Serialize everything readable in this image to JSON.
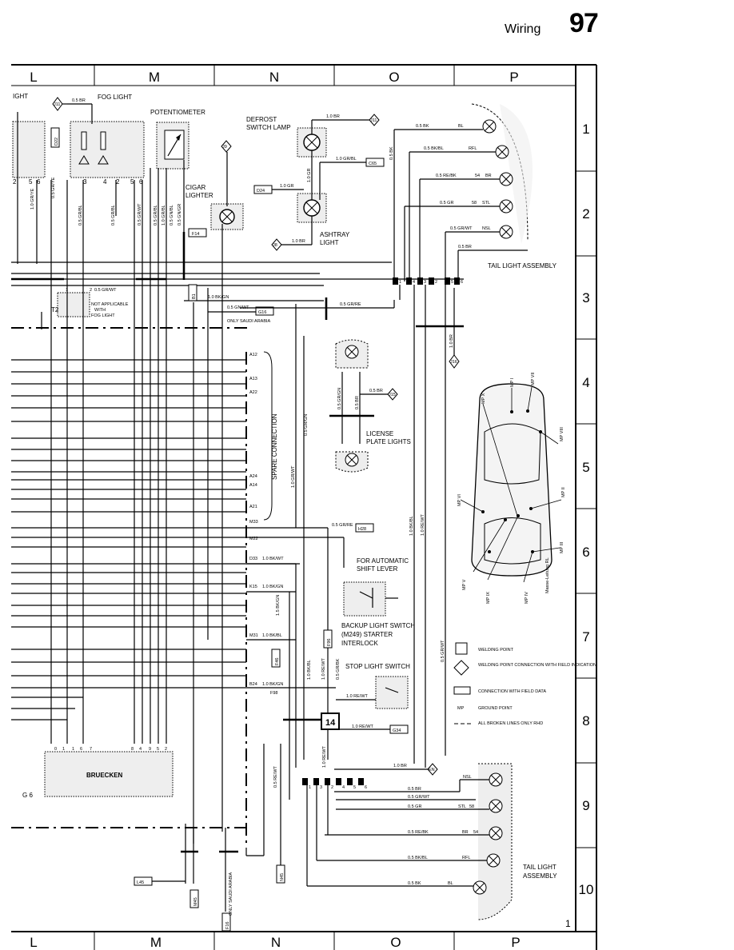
{
  "header": {
    "section": "Wiring",
    "page_number": "97"
  },
  "columns": [
    "L",
    "M",
    "N",
    "O",
    "P"
  ],
  "rows": [
    "1",
    "2",
    "3",
    "4",
    "5",
    "6",
    "7",
    "8",
    "9",
    "10"
  ],
  "page_index": "1",
  "components": {
    "fog_light_partial": "IGHT",
    "fog_light": "FOG LIGHT",
    "potentiometer": "POTENTIOMETER",
    "defrost_lamp": [
      "DEFROST",
      "SWITCH LAMP"
    ],
    "cigar_lighter": [
      "CIGAR",
      "LIGHTER"
    ],
    "ashtray_light": [
      "ASHTRAY",
      "LIGHT"
    ],
    "tail_light_top": "TAIL LIGHT ASSEMBLY",
    "tail_light_bottom": [
      "TAIL LIGHT",
      "ASSEMBLY"
    ],
    "not_applicable": [
      "NOT APPLICABLE",
      "WITH",
      "FOG LIGHT"
    ],
    "t2": "T2",
    "only_saudi": "ONLY SAUDI ARABIA",
    "license_plate": [
      "LICENSE",
      "PLATE LIGHTS"
    ],
    "spare_connection": "SPARE CONNECTION",
    "automatic_shift": [
      "FOR AUTOMATIC",
      "SHIFT LEVER"
    ],
    "backup_switch": [
      "BACKUP LIGHT SWITCH",
      "(M249) STARTER",
      "INTERLOCK"
    ],
    "stop_light_switch": "STOP LIGHT SWITCH",
    "bruecken": "BRUECKEN",
    "g6": "G 6"
  },
  "tags": {
    "j11": "J11",
    "j10": "J10",
    "j9": "J9",
    "j8": "J8",
    "j15": "J15",
    "j16": "J16",
    "en": "EN",
    "c65": "C65",
    "d24": "D24",
    "f14": "F14",
    "b1": "B1",
    "g16": "G16",
    "h28": "H28",
    "f96": "F96",
    "f46": "F46",
    "g34": "G34",
    "l45": "L45",
    "m45": "M45",
    "n45": "N45",
    "f16": "F16",
    "d22": "D22",
    "k14": "14"
  },
  "connectors": [
    "A12",
    "A13",
    "A22",
    "A24",
    "A14",
    "A21",
    "M33",
    "M22",
    "D33",
    "K15",
    "M31",
    "B24",
    "F98"
  ],
  "wire_labels": {
    "w05br": "0.5 BR",
    "w10br": "1.0 BR",
    "w10grbl": "1.0 GR/BL",
    "w10gr": "1.0 GR",
    "w05bk": "0.5 BK",
    "bl": "BL",
    "w05bkbl": "0.5 BK/BL",
    "rfl": "RFL",
    "w05rebk": "0.5 RE/BK",
    "s54": "54",
    "br": "BR",
    "w05gr": "0.5 GR",
    "s58": "58",
    "stl": "STL",
    "w05grwt": "0.5 GR/WT",
    "nsl": "NSL",
    "w10bkgn": "1.0 BK/GN",
    "w05gnwt": "0.5 GN/WT",
    "w05grre": "0.5 GR/RE",
    "w10bkwt": "1.0 BK/WT",
    "w10bkgn2": "1.0 BK/GN",
    "w15bkgn": "1.5 BK/GN",
    "w10bkbl": "1.0 BK/BL",
    "w10rewt": "1.0 RE/WT",
    "w05grye": "0.5 GR/YE",
    "w05grbl": "0.5 GR/BL",
    "w10grye": "1.0 GR/YE",
    "w05grgn": "0.5 GR/GN",
    "w10grwt": "1.0 GR/WT",
    "w05rewt": "0.5 RE/WT",
    "w05grbk": "0.5 GR/BK",
    "w05gnbl": "0.5 GN/BL",
    "w05gngr": "0.5 GN/GR"
  },
  "terminal_numbers": {
    "fog_row": [
      "2",
      "5",
      "6",
      "3",
      "4",
      "2",
      "5",
      "6"
    ],
    "tail_top": [
      "1",
      "4",
      "3",
      "2",
      "5",
      "6"
    ],
    "tail_bottom": [
      "1",
      "3",
      "2",
      "4",
      "5",
      "6"
    ],
    "bruecken": [
      "0",
      "1",
      "1",
      "6",
      "7",
      "8",
      "4",
      "9",
      "5",
      "2"
    ],
    "t2_pins": [
      "1",
      "2"
    ]
  },
  "ground_points": [
    "MP X",
    "MP I",
    "MP VII",
    "MP VIII",
    "MP VI",
    "MP II",
    "MP III",
    "MP V",
    "MP IX",
    "MP IV",
    "Masse-Leitung RL"
  ],
  "legend": [
    {
      "symbol": "square",
      "label": "WELDING POINT"
    },
    {
      "symbol": "diamond",
      "label": "WELDING POINT CONNECTION WITH FIELD INDICATION"
    },
    {
      "symbol": "rect",
      "label": "CONNECTION WITH FIELD DATA"
    },
    {
      "symbol": "MP",
      "label": "GROUND POINT"
    },
    {
      "symbol": "dash",
      "label": "ALL BROKEN LINES ONLY RHD"
    }
  ]
}
